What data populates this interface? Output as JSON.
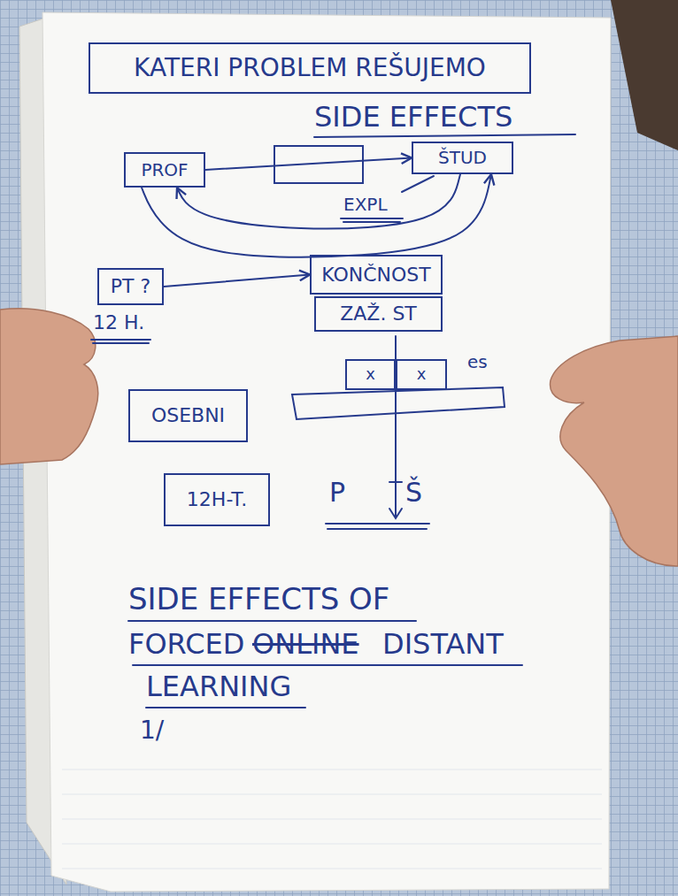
{
  "diagram": {
    "nodes": [
      {
        "text": [
          "KATERI PROBLEM REŠUJEMO"
        ]
      },
      {
        "text": [
          "PROF"
        ]
      },
      {
        "text": [
          "ŠTUD"
        ]
      },
      {
        "text": [
          "PT ?"
        ]
      },
      {
        "text": [
          "KONČNOST"
        ]
      },
      {
        "text": [
          "ZAŽ. ST"
        ]
      },
      {
        "text": [
          "x"
        ]
      },
      {
        "text": [
          "x"
        ]
      },
      {
        "text": [
          "OSEBNI"
        ]
      },
      {
        "text": [
          "12H-T."
        ]
      }
    ],
    "edges": [
      {
        "from": 1,
        "to": 2,
        "arrow": "to"
      },
      {
        "from": 2,
        "to": 1,
        "arrow": "to"
      },
      {
        "from": 1,
        "to": 2,
        "arrow": "to"
      },
      {
        "from": 3,
        "to": 4,
        "arrow": "to"
      }
    ],
    "labels": [
      "SIDE EFFECTS",
      "EXPL",
      "12 H.",
      "es",
      "P",
      "Š",
      "SIDE EFFECTS OF",
      "FORCED",
      "ONLINE",
      "DISTANT",
      "LEARNING",
      "1/"
    ]
  }
}
